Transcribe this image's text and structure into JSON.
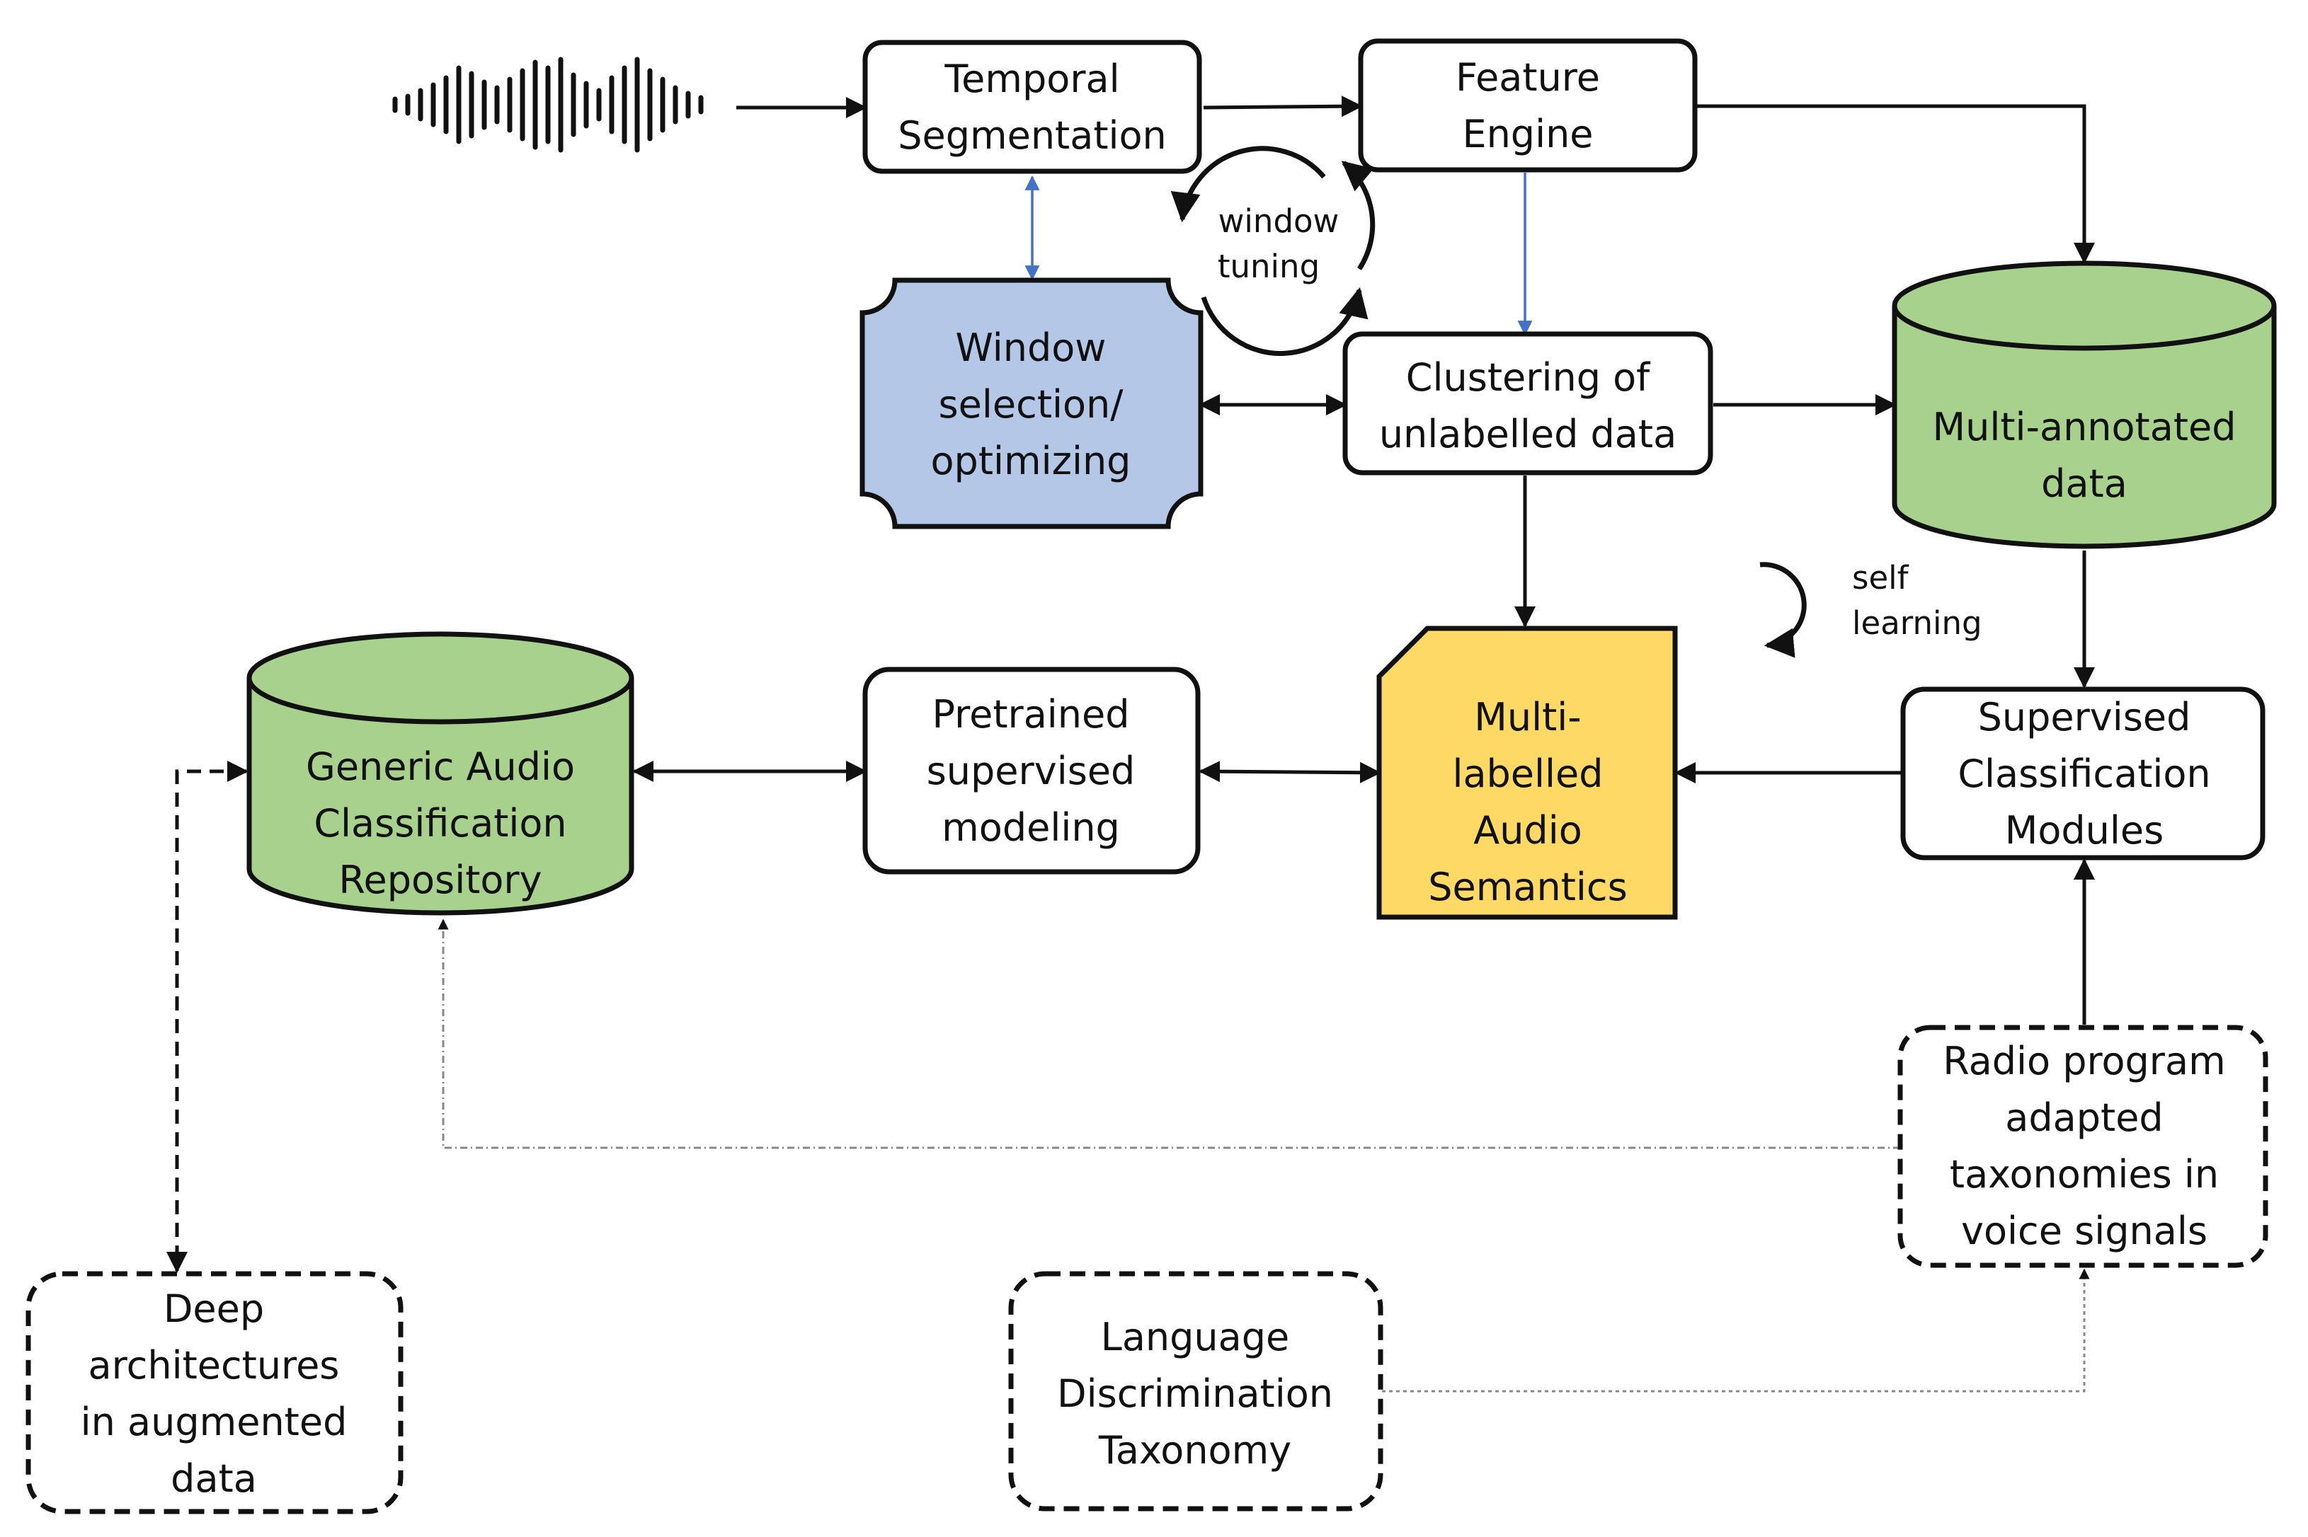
{
  "colors": {
    "green": "#a9d18e",
    "blue": "#b4c7e7",
    "yellow": "#ffd966",
    "stroke": "#111111",
    "blue_arrow": "#4472c4",
    "dotted_arrow": "#888888"
  },
  "icons": {
    "input": "audio-waveform-icon",
    "window_tuning": "circular-arrows-icon",
    "self_learning": "curved-arrow-icon"
  },
  "nodes": {
    "temporal_segmentation": [
      "Temporal",
      "Segmentation"
    ],
    "feature_engine": [
      "Feature",
      "Engine"
    ],
    "window_selection": [
      "Window",
      "selection/",
      "optimizing"
    ],
    "clustering": [
      "Clustering of",
      "unlabelled data"
    ],
    "multi_annotated": [
      "Multi-annotated",
      "data"
    ],
    "generic_repository": [
      "Generic Audio",
      "Classification",
      "Repository"
    ],
    "pretrained_modeling": [
      "Pretrained",
      "supervised",
      "modeling"
    ],
    "multi_labelled": [
      "Multi-",
      "labelled",
      "Audio",
      "Semantics"
    ],
    "supervised_modules": [
      "Supervised",
      "Classification",
      "Modules"
    ],
    "radio_taxonomies": [
      "Radio program",
      "adapted",
      "taxonomies in",
      "voice signals"
    ],
    "deep_architectures": [
      "Deep",
      "architectures",
      "in augmented",
      "data"
    ],
    "language_taxonomy": [
      "Language",
      "Discrimination",
      "Taxonomy"
    ]
  },
  "annotations": {
    "window_tuning": [
      "window",
      "tuning"
    ],
    "self_learning": [
      "self",
      "learning"
    ]
  }
}
